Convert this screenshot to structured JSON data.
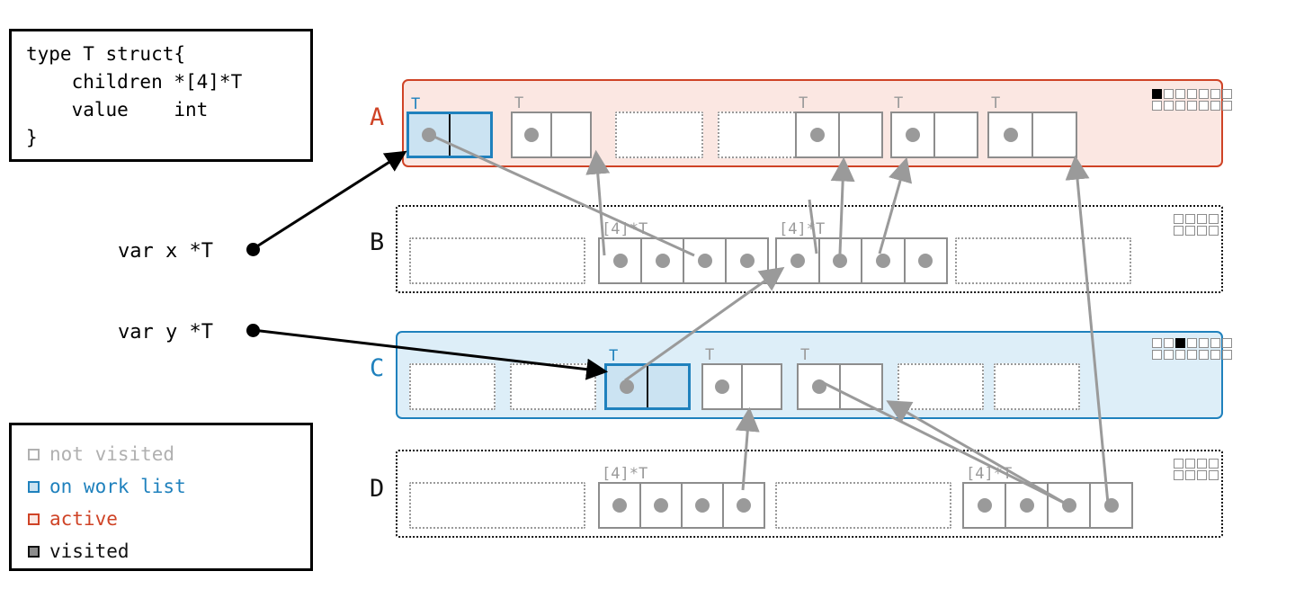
{
  "typedef": {
    "title": "type-definition",
    "code": "type T struct{\n    children *[4]*T\n    value    int\n}"
  },
  "legend": {
    "items": [
      {
        "label": "not visited",
        "color": "#b0b0b0",
        "fill": "#ffffff"
      },
      {
        "label": "on work list",
        "color": "#1f81bd",
        "fill": "#cbe3f2"
      },
      {
        "label": "active",
        "color": "#cf4326",
        "fill": "#fbe7e2"
      },
      {
        "label": "visited",
        "color": "#111111",
        "fill": "#8d8d8d"
      }
    ]
  },
  "variables": [
    {
      "name": "var-x",
      "label": "var x *T"
    },
    {
      "name": "var-y",
      "label": "var y *T"
    }
  ],
  "spans": [
    {
      "letter": "A",
      "letter_color": "#cf4326",
      "state": "active",
      "bitmap": {
        "rows": 2,
        "cols": 7,
        "set": [
          [
            0,
            0
          ]
        ]
      },
      "blocks": [
        {
          "kind": "onworklist",
          "label": "T",
          "label_color": "blue",
          "cells": 2,
          "dots": [
            0
          ]
        },
        {
          "kind": "notvisited",
          "label": "T",
          "label_color": "gray",
          "cells": 2,
          "dots": [
            0
          ]
        },
        {
          "kind": "free",
          "label": "",
          "label_color": "gray",
          "cells": 1,
          "dots": []
        },
        {
          "kind": "free",
          "label": "",
          "label_color": "gray",
          "cells": 1,
          "dots": []
        },
        {
          "kind": "notvisited",
          "label": "T",
          "label_color": "gray",
          "cells": 2,
          "dots": [
            0
          ]
        },
        {
          "kind": "notvisited",
          "label": "T",
          "label_color": "gray",
          "cells": 2,
          "dots": [
            0
          ]
        },
        {
          "kind": "notvisited",
          "label": "T",
          "label_color": "gray",
          "cells": 2,
          "dots": [
            0
          ]
        }
      ]
    },
    {
      "letter": "B",
      "letter_color": "#111111",
      "state": "plain",
      "bitmap": {
        "rows": 2,
        "cols": 4,
        "set": []
      },
      "blocks": [
        {
          "kind": "free",
          "label": "",
          "label_color": "gray",
          "cells": 1,
          "dots": []
        },
        {
          "kind": "notvisited",
          "label": "[4]*T",
          "label_color": "gray",
          "cells": 4,
          "dots": [
            0,
            1,
            2,
            3
          ]
        },
        {
          "kind": "notvisited",
          "label": "[4]*T",
          "label_color": "gray",
          "cells": 4,
          "dots": [
            0,
            1,
            2,
            3
          ]
        },
        {
          "kind": "free",
          "label": "",
          "label_color": "gray",
          "cells": 1,
          "dots": []
        }
      ]
    },
    {
      "letter": "C",
      "letter_color": "#1f81bd",
      "state": "worklist",
      "bitmap": {
        "rows": 2,
        "cols": 7,
        "set": [
          [
            0,
            2
          ]
        ]
      },
      "blocks": [
        {
          "kind": "free",
          "label": "",
          "label_color": "gray",
          "cells": 1,
          "dots": []
        },
        {
          "kind": "free",
          "label": "",
          "label_color": "gray",
          "cells": 1,
          "dots": []
        },
        {
          "kind": "onworklist",
          "label": "T",
          "label_color": "blue",
          "cells": 2,
          "dots": [
            0
          ]
        },
        {
          "kind": "notvisited",
          "label": "T",
          "label_color": "gray",
          "cells": 2,
          "dots": [
            0
          ]
        },
        {
          "kind": "notvisited",
          "label": "T",
          "label_color": "gray",
          "cells": 2,
          "dots": [
            0
          ]
        },
        {
          "kind": "free",
          "label": "",
          "label_color": "gray",
          "cells": 1,
          "dots": []
        },
        {
          "kind": "free",
          "label": "",
          "label_color": "gray",
          "cells": 1,
          "dots": []
        }
      ]
    },
    {
      "letter": "D",
      "letter_color": "#111111",
      "state": "plain",
      "bitmap": {
        "rows": 2,
        "cols": 4,
        "set": []
      },
      "blocks": [
        {
          "kind": "free",
          "label": "",
          "label_color": "gray",
          "cells": 1,
          "dots": []
        },
        {
          "kind": "notvisited",
          "label": "[4]*T",
          "label_color": "gray",
          "cells": 4,
          "dots": [
            0,
            1,
            2,
            3
          ]
        },
        {
          "kind": "free",
          "label": "",
          "label_color": "gray",
          "cells": 1,
          "dots": []
        },
        {
          "kind": "notvisited",
          "label": "[4]*T",
          "label_color": "gray",
          "cells": 4,
          "dots": [
            0,
            1,
            2,
            3
          ]
        }
      ]
    }
  ],
  "colors": {
    "active": "#cf4326",
    "worklist": "#1f81bd",
    "notvisited": "#9a9a9a",
    "visited": "#000000",
    "pointer": "#8d8d8d"
  }
}
